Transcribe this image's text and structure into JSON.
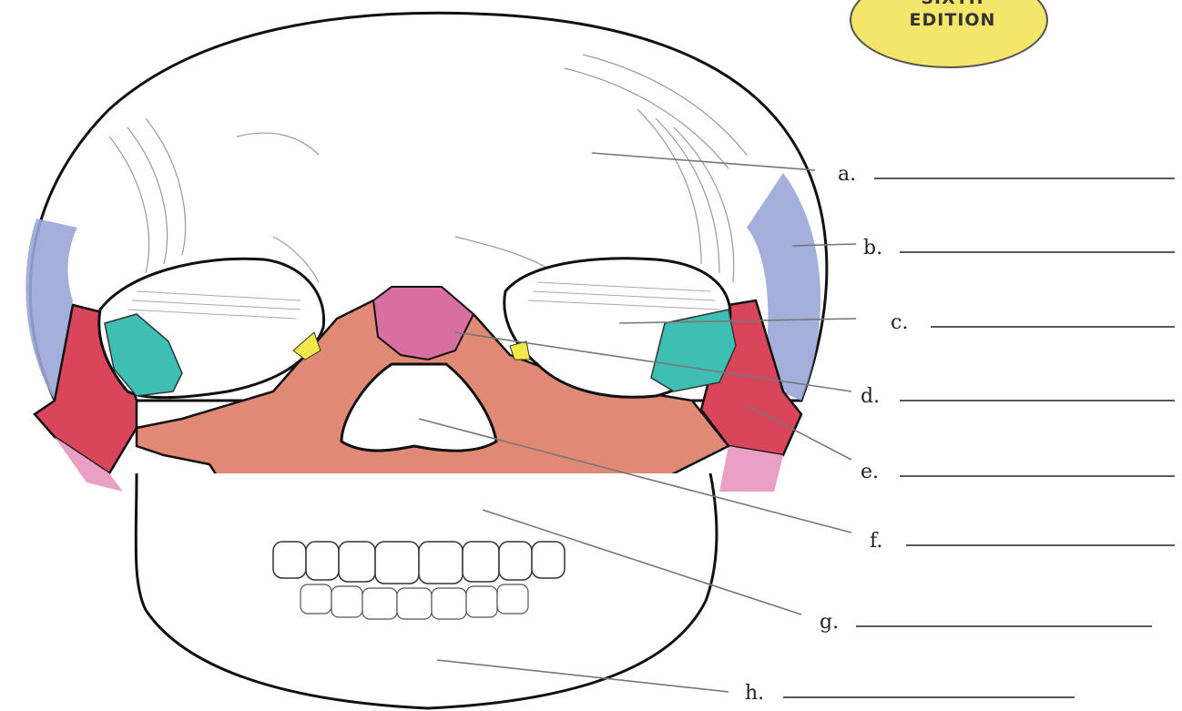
{
  "badge": {
    "line1": "SIXTH",
    "line2": "EDITION"
  },
  "colors": {
    "frontal": "#ffffff",
    "parietal_temporal": "#9aa6d8",
    "zygomatic": "#d9455a",
    "maxilla": "#e08a75",
    "nasal": "#d86fa0",
    "lacrimal": "#f2e84a",
    "sphenoid_orbit": "#3fbfb4",
    "badge": "#f4e66a"
  },
  "labels": [
    {
      "id": "a",
      "text": "a."
    },
    {
      "id": "b",
      "text": "b."
    },
    {
      "id": "c",
      "text": "c."
    },
    {
      "id": "d",
      "text": "d."
    },
    {
      "id": "e",
      "text": "e."
    },
    {
      "id": "f",
      "text": "f."
    },
    {
      "id": "g",
      "text": "g."
    },
    {
      "id": "h",
      "text": "h."
    }
  ]
}
